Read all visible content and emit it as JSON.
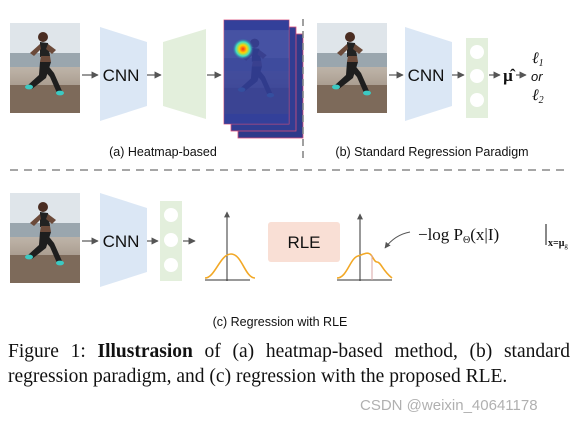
{
  "panels": {
    "a": {
      "cnn_label": "CNN",
      "caption": "(a) Heatmap-based"
    },
    "b": {
      "cnn_label": "CNN",
      "caption": "(b) Standard Regression Paradigm",
      "output_symbol": "μ̂",
      "loss1_letter": "ℓ",
      "loss1_sub": "1",
      "or_label": "or",
      "loss2_letter": "ℓ",
      "loss2_sub": "2"
    },
    "c": {
      "cnn_label": "CNN",
      "rle_label": "RLE",
      "caption": "(c) Regression with RLE",
      "formula": "−log P",
      "formula_sub": "Θ",
      "formula_args": "(x|I)",
      "formula_eval": "x=μ",
      "formula_eval_sub": "g"
    }
  },
  "figure_caption": {
    "prefix": "Figure 1:",
    "bold": "Illustrasion",
    "text": "of (a) heatmap-based method, (b) standard regression paradigm, and (c) regression with the proposed RLE."
  },
  "watermark": "CSDN @weixin_40641178",
  "colors": {
    "cnn_blue": "#dbe7f5",
    "head_green": "#e3efdc",
    "rle_box": "#f9dfd5",
    "curve_orange": "#f2a826",
    "heatmap_blue": "#33409a",
    "divider": "#888888"
  },
  "icons": [
    "runner-photo",
    "right-arrow"
  ]
}
